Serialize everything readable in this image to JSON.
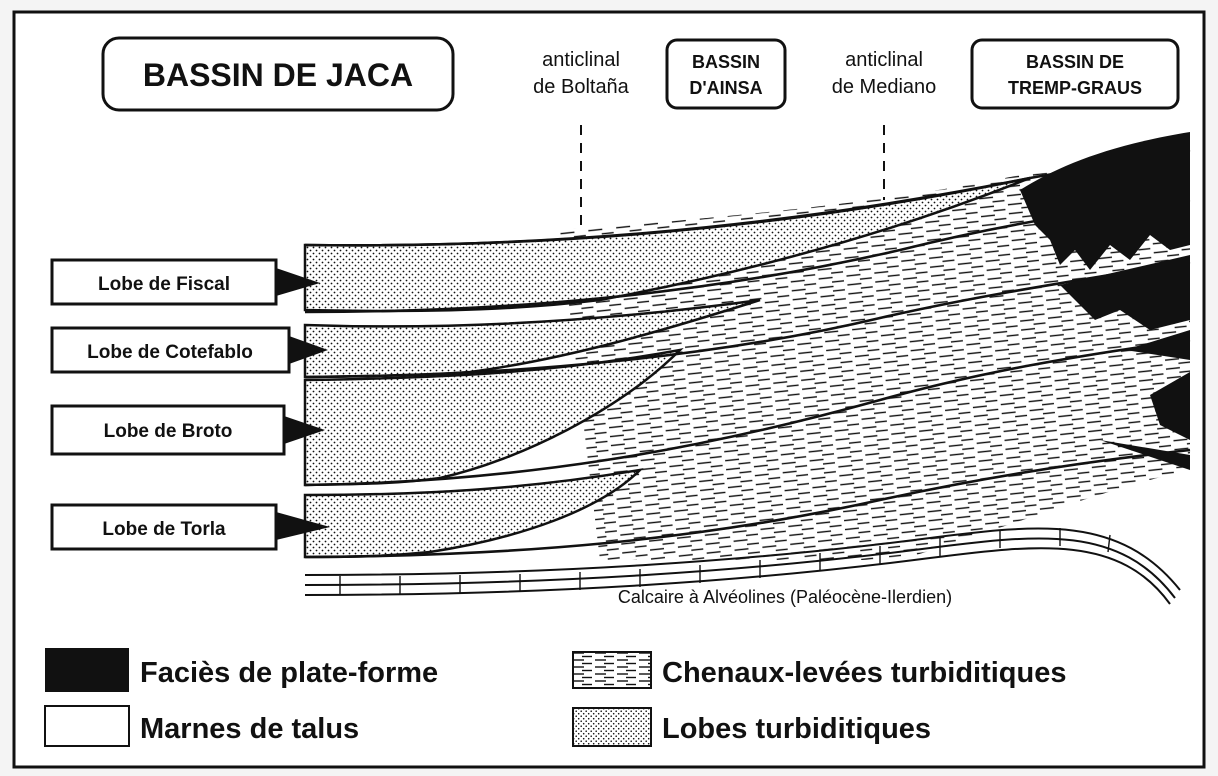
{
  "titles": {
    "jaca": "BASSIN DE JACA",
    "ainsa_line1": "BASSIN",
    "ainsa_line2": "D'AINSA",
    "tremp_line1": "BASSIN DE",
    "tremp_line2": "TREMP-GRAUS"
  },
  "anticlines": {
    "boltana_line1": "anticlinal",
    "boltana_line2": "de Boltaña",
    "mediano_line1": "anticlinal",
    "mediano_line2": "de Mediano"
  },
  "lobes": [
    {
      "label": "Lobe de Fiscal"
    },
    {
      "label": "Lobe de Cotefablo"
    },
    {
      "label": "Lobe de Broto"
    },
    {
      "label": "Lobe de Torla"
    }
  ],
  "base_label": "Calcaire à Alvéolines (Paléocène-Ilerdien)",
  "legend": [
    {
      "key": "platform",
      "label": "Faciès de plate-forme"
    },
    {
      "key": "channels",
      "label": "Chenaux-levées turbiditiques"
    },
    {
      "key": "marls",
      "label": "Marnes de talus"
    },
    {
      "key": "lobes",
      "label": "Lobes turbiditiques"
    }
  ],
  "colors": {
    "ink": "#111111",
    "background": "#f4f4f4",
    "marl": "#ffffff"
  }
}
